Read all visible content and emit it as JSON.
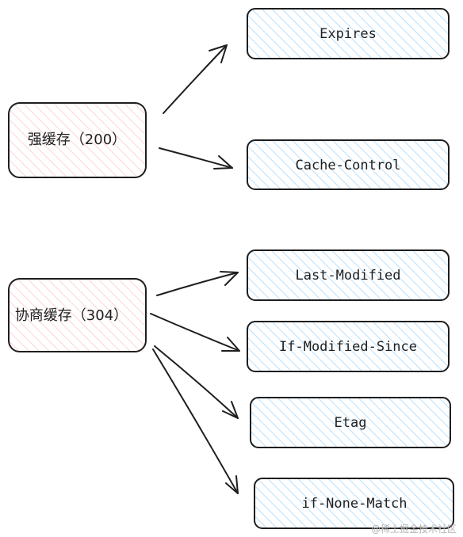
{
  "diagram": {
    "nodes": {
      "strong_cache": {
        "label": "强缓存（200）",
        "fill": "#ffc9c9"
      },
      "negotiate_cache": {
        "label": "协商缓存（304）",
        "fill": "#ffc9c9"
      },
      "expires": {
        "label": "Expires",
        "fill": "#a5d8ff"
      },
      "cache_control": {
        "label": "Cache-Control",
        "fill": "#a5d8ff"
      },
      "last_modified": {
        "label": "Last-Modified",
        "fill": "#a5d8ff"
      },
      "if_modified_since": {
        "label": "If-Modified-Since",
        "fill": "#a5d8ff"
      },
      "etag": {
        "label": "Etag",
        "fill": "#a5d8ff"
      },
      "if_none_match": {
        "label": "if-None-Match",
        "fill": "#a5d8ff"
      }
    },
    "edges": [
      {
        "from": "strong_cache",
        "to": "expires"
      },
      {
        "from": "strong_cache",
        "to": "cache_control"
      },
      {
        "from": "negotiate_cache",
        "to": "last_modified"
      },
      {
        "from": "negotiate_cache",
        "to": "if_modified_since"
      },
      {
        "from": "negotiate_cache",
        "to": "etag"
      },
      {
        "from": "negotiate_cache",
        "to": "if_none_match"
      }
    ]
  },
  "watermark": "@稀土掘金技术社区",
  "colors": {
    "stroke": "#1e1e1e",
    "red_fill": "#ffc9c9",
    "blue_fill": "#a5d8ff"
  }
}
